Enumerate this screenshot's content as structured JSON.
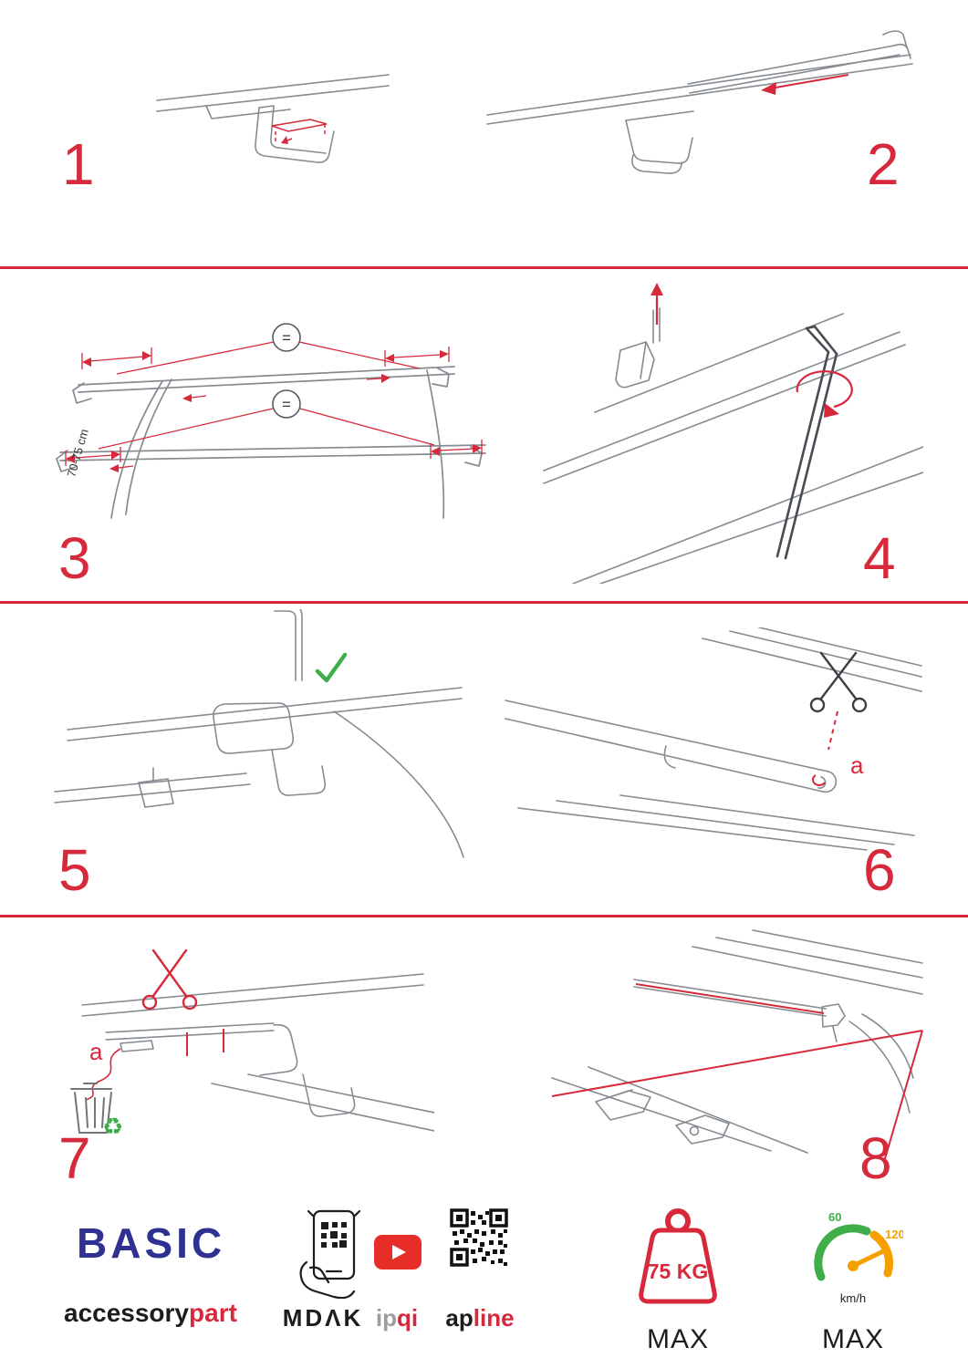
{
  "page": {
    "accent": "#d6293b",
    "line_gray": "#858b91",
    "green": "#3fae49",
    "brand_blue": "#2e3192"
  },
  "steps": [
    {
      "number": "1"
    },
    {
      "number": "2"
    },
    {
      "number": "3"
    },
    {
      "number": "4"
    },
    {
      "number": "5"
    },
    {
      "number": "6"
    },
    {
      "number": "7"
    },
    {
      "number": "8"
    }
  ],
  "step3": {
    "measurement": "70-75 cm",
    "equal_top": "=",
    "equal_bottom": "="
  },
  "step6": {
    "label_a": "a"
  },
  "step7": {
    "label_a": "a",
    "recycle_icon": "♻"
  },
  "footer": {
    "brand": "BASIC",
    "sub_brand_black": "accessory",
    "sub_brand_red": "part",
    "partner_mdak": "MDΛK",
    "partner_ipqi_gray": "ip",
    "partner_ipqi_red": "qi",
    "partner_apline_black": "ap",
    "partner_apline_red": "line",
    "weight_value": "75 KG",
    "weight_max": "MAX",
    "speed_min": "60",
    "speed_max": "120",
    "speed_unit": "km/h",
    "speed_max_label": "MAX"
  }
}
